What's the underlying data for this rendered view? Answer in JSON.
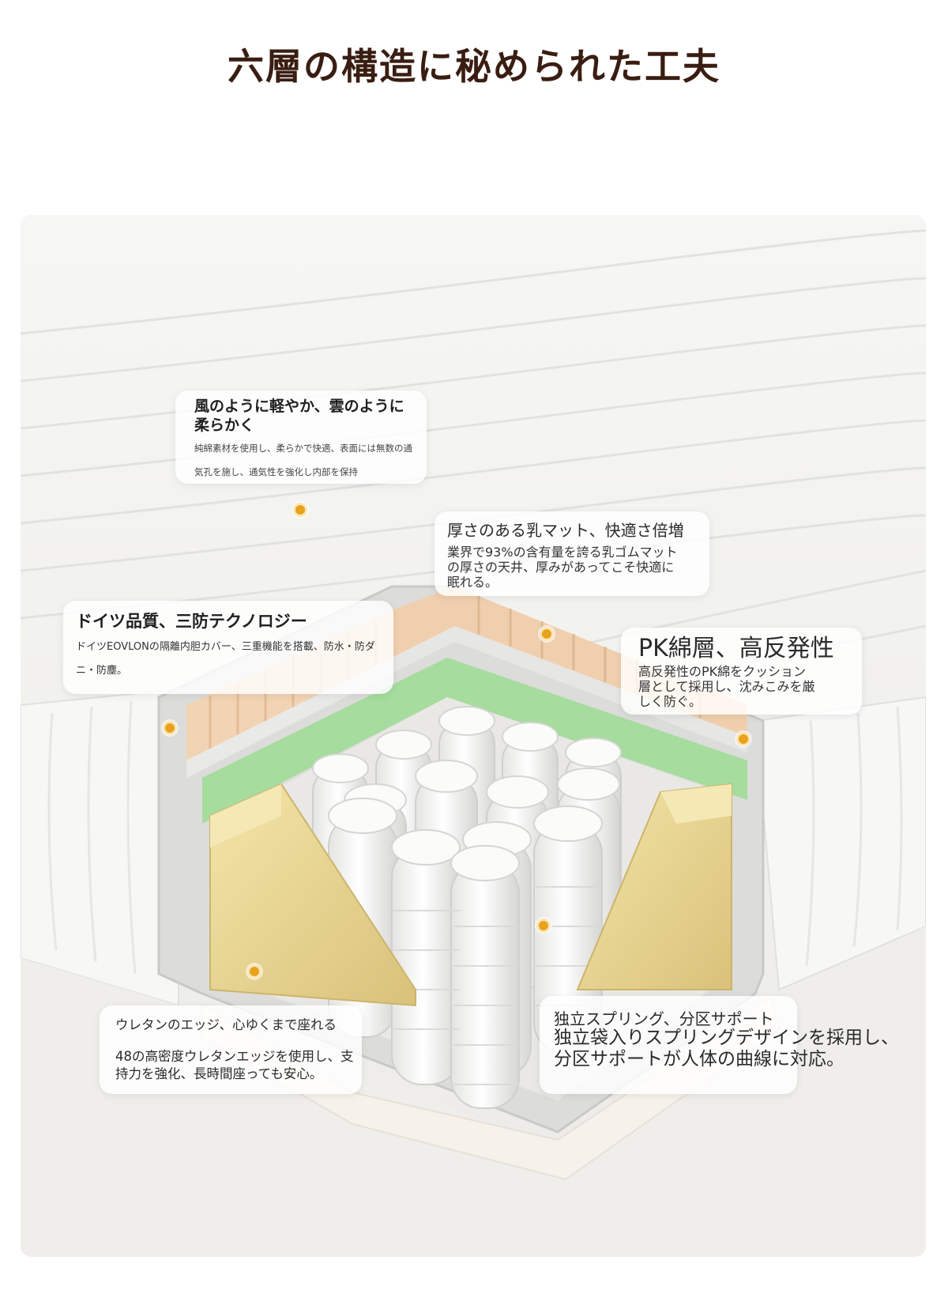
{
  "page": {
    "title": "六層の構造に秘められた工夫"
  },
  "colors": {
    "title": "#3a1d12",
    "marker": "#e8a21b",
    "latex": "#f2d4b4",
    "foam_green": "#a6dc9e",
    "urethane": "#e9d690"
  },
  "layers": [
    {
      "heading": "風のように軽やか、雲のように柔らかく",
      "body": "純綿素材を使用し、柔らかで快適、表面には無数の通気孔を施し、通気性を強化し内部を保持"
    },
    {
      "heading": "厚さのある乳マット、快適さ倍増",
      "body": "業界で93%の含有量を誇る乳ゴムマットの厚さの天井、厚みがあってこそ快適に眠れる。"
    },
    {
      "heading": "ドイツ品質、三防テクノロジー",
      "body": "ドイツEOVLONの隔離内胆カバー、三重機能を搭載、防水・防ダニ・防塵。"
    },
    {
      "heading": "PK綿層、高反発性",
      "body": "高反発性のPK綿をクッション層として採用し、沈みこみを厳しく防ぐ。"
    },
    {
      "heading": "ウレタンのエッジ、心ゆくまで座れる",
      "body": "48の高密度ウレタンエッジを使用し、支持力を強化、長時間座っても安心。"
    },
    {
      "heading": "独立スプリング、分区サポート",
      "body": "独立袋入りスプリングデザインを採用し、分区サポートが人体の曲線に対応。"
    }
  ]
}
